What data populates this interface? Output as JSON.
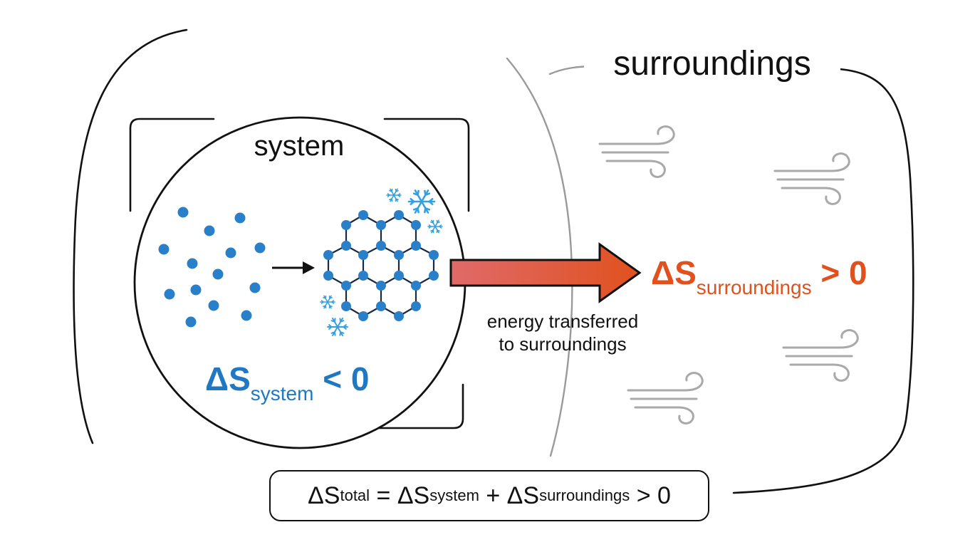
{
  "diagram": {
    "surroundings_label": "surroundings",
    "system_label": "system",
    "system_entropy": {
      "prefix": "ΔS",
      "subscript": "system",
      "relation": "< 0",
      "color": "#1f78c1"
    },
    "surroundings_entropy": {
      "prefix": "ΔS",
      "subscript": "surroundings",
      "relation": "> 0",
      "color": "#e0511e"
    },
    "transfer_label": {
      "line1": "energy transferred",
      "line2": "to surroundings"
    },
    "total_equation": {
      "term1": "ΔS",
      "sub1": "total",
      "op1": "=",
      "term2": "ΔS",
      "sub2": "system",
      "op2": "+",
      "term3": "ΔS",
      "sub3": "surroundings",
      "relation": "> 0"
    },
    "icons": {
      "particle_color": "#2a7fc9",
      "lattice_color": "#2a7fc9",
      "snowflake_color": "#35a0e0",
      "wind_color": "#a9a9a9",
      "arrow_gradient": [
        "#e06a6a",
        "#e0511e"
      ]
    }
  }
}
